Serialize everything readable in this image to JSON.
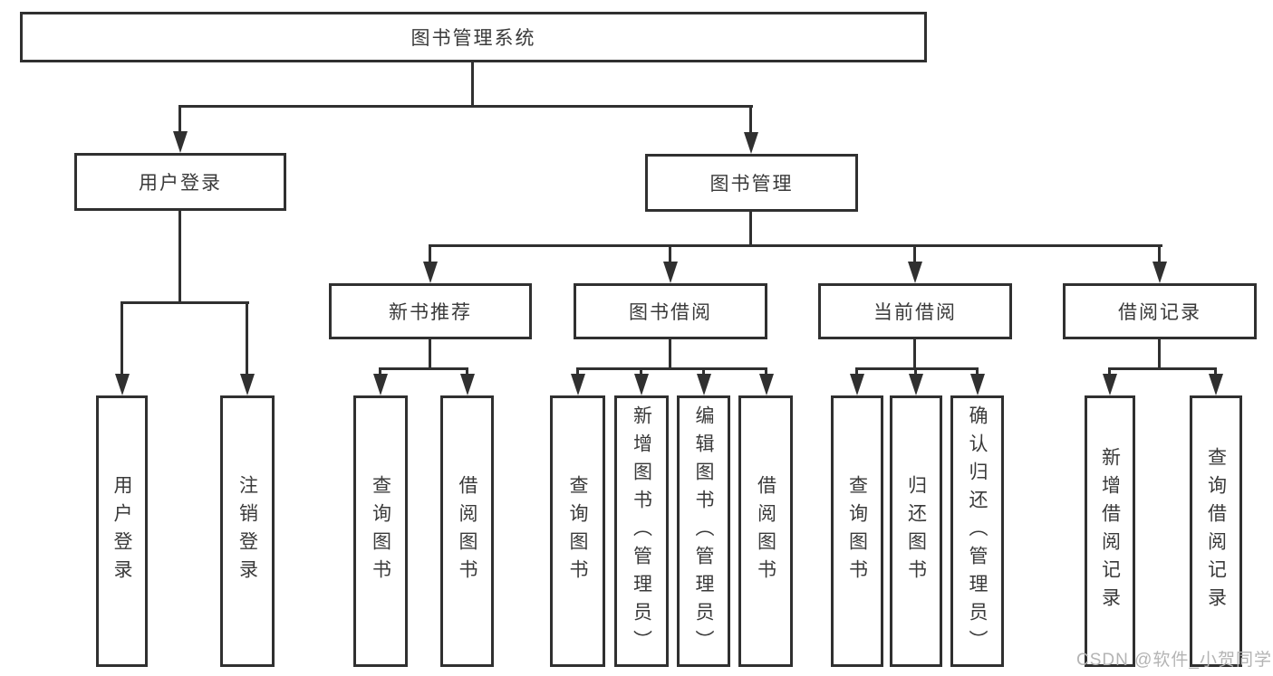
{
  "diagram": {
    "root": "图书管理系统",
    "branches": [
      {
        "label": "用户登录",
        "children": [
          "用户登录",
          "注销登录"
        ]
      },
      {
        "label": "图书管理",
        "children": [
          {
            "label": "新书推荐",
            "children": [
              "查询图书",
              "借阅图书"
            ]
          },
          {
            "label": "图书借阅",
            "children": [
              "查询图书",
              "新增图书（管理员）",
              "编辑图书（管理员）",
              "借阅图书"
            ]
          },
          {
            "label": "当前借阅",
            "children": [
              "查询图书",
              "归还图书",
              "确认归还（管理员）"
            ]
          },
          {
            "label": "借阅记录",
            "children": [
              "新增借阅记录",
              "查询借阅记录"
            ]
          }
        ]
      }
    ]
  },
  "watermark": "CSDN @软件_小贺同学",
  "colors": {
    "line": "#303030",
    "text": "#3a3a3a",
    "watermark": "#b4b4b4"
  }
}
